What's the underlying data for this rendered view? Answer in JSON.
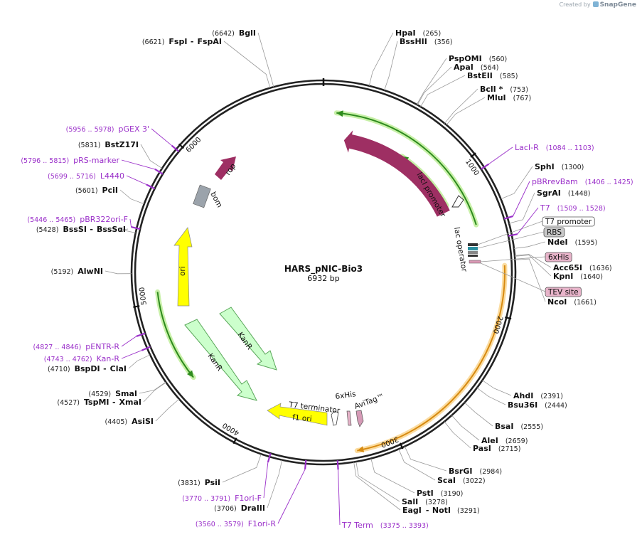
{
  "credit": {
    "prefix": "Created by",
    "brand": "SnapGene"
  },
  "title": {
    "name": "HARS_pNIC-Bio3",
    "length": "6932 bp"
  },
  "total_bp": 6932,
  "ticks": [
    {
      "bp": 1000,
      "label": "1000"
    },
    {
      "bp": 2000,
      "label": "2000"
    },
    {
      "bp": 3000,
      "label": "3000"
    },
    {
      "bp": 4000,
      "label": "4000"
    },
    {
      "bp": 5000,
      "label": "5000"
    },
    {
      "bp": 6000,
      "label": "6000"
    }
  ],
  "sites": [
    {
      "bp": 6642,
      "name": "BglI",
      "pos": "(6642)",
      "side": "L"
    },
    {
      "bp": 6621,
      "name": "FspI",
      "pos": "(6621)",
      "alt": "FspAI",
      "side": "L"
    },
    {
      "bp": 265,
      "name": "HpaI",
      "pos": "(265)",
      "side": "R"
    },
    {
      "bp": 356,
      "name": "BssHII",
      "pos": "(356)",
      "side": "R"
    },
    {
      "bp": 560,
      "name": "PspOMI",
      "pos": "(560)",
      "side": "R"
    },
    {
      "bp": 564,
      "name": "ApaI",
      "pos": "(564)",
      "side": "R"
    },
    {
      "bp": 585,
      "name": "BstEII",
      "pos": "(585)",
      "side": "R"
    },
    {
      "bp": 753,
      "name": "BclI *",
      "pos": "(753)",
      "side": "R"
    },
    {
      "bp": 767,
      "name": "MluI",
      "pos": "(767)",
      "side": "R"
    },
    {
      "bp": 1300,
      "name": "SphI",
      "pos": "(1300)",
      "side": "R"
    },
    {
      "bp": 1448,
      "name": "SgrAI",
      "pos": "(1448)",
      "side": "R"
    },
    {
      "bp": 1595,
      "name": "NdeI",
      "pos": "(1595)",
      "side": "R"
    },
    {
      "bp": 1636,
      "name": "Acc65I",
      "pos": "(1636)",
      "side": "R"
    },
    {
      "bp": 1640,
      "name": "KpnI",
      "pos": "(1640)",
      "side": "R"
    },
    {
      "bp": 1661,
      "name": "NcoI",
      "pos": "(1661)",
      "side": "R"
    },
    {
      "bp": 2391,
      "name": "AhdI",
      "pos": "(2391)",
      "side": "R"
    },
    {
      "bp": 2444,
      "name": "Bsu36I",
      "pos": "(2444)",
      "side": "R"
    },
    {
      "bp": 2555,
      "name": "BsaI",
      "pos": "(2555)",
      "side": "R"
    },
    {
      "bp": 2659,
      "name": "AleI",
      "pos": "(2659)",
      "side": "R"
    },
    {
      "bp": 2715,
      "name": "PasI",
      "pos": "(2715)",
      "side": "R"
    },
    {
      "bp": 2984,
      "name": "BsrGI",
      "pos": "(2984)",
      "side": "R"
    },
    {
      "bp": 3022,
      "name": "ScaI",
      "pos": "(3022)",
      "side": "R"
    },
    {
      "bp": 3190,
      "name": "PstI",
      "pos": "(3190)",
      "side": "R"
    },
    {
      "bp": 3278,
      "name": "SalI",
      "pos": "(3278)",
      "side": "R"
    },
    {
      "bp": 3291,
      "name": "EagI",
      "pos": "(3291)",
      "alt": "NotI",
      "side": "R"
    },
    {
      "bp": 3706,
      "name": "DraIII",
      "pos": "(3706)",
      "side": "L"
    },
    {
      "bp": 3831,
      "name": "PsiI",
      "pos": "(3831)",
      "side": "L"
    },
    {
      "bp": 4405,
      "name": "AsiSI",
      "pos": "(4405)",
      "side": "L"
    },
    {
      "bp": 4527,
      "name": "TspMI",
      "pos": "(4527)",
      "alt": "XmaI",
      "side": "L"
    },
    {
      "bp": 4529,
      "name": "SmaI",
      "pos": "(4529)",
      "side": "L"
    },
    {
      "bp": 4710,
      "name": "BspDI",
      "pos": "(4710)",
      "alt": "ClaI",
      "side": "L"
    },
    {
      "bp": 5192,
      "name": "AlwNI",
      "pos": "(5192)",
      "side": "L"
    },
    {
      "bp": 5428,
      "name": "BssSI",
      "pos": "(5428)",
      "alt": "BssSαI",
      "side": "L"
    },
    {
      "bp": 5601,
      "name": "PciI",
      "pos": "(5601)",
      "side": "L"
    },
    {
      "bp": 5831,
      "name": "BstZ17I",
      "pos": "(5831)",
      "side": "L"
    }
  ],
  "primers": [
    {
      "bp": 1093,
      "name": "LacI-R",
      "pos": "(1084 .. 1103)",
      "side": "R"
    },
    {
      "bp": 1415,
      "name": "pBRrevBam",
      "pos": "(1406 .. 1425)",
      "side": "R"
    },
    {
      "bp": 1518,
      "name": "T7",
      "pos": "(1509 .. 1528)",
      "side": "R"
    },
    {
      "bp": 3384,
      "name": "T7 Term",
      "pos": "(3375 .. 3393)",
      "side": "R"
    },
    {
      "bp": 3569,
      "name": "F1ori-R",
      "pos": "(3560 .. 3579)",
      "side": "L"
    },
    {
      "bp": 3780,
      "name": "F1ori-F",
      "pos": "(3770 .. 3791)",
      "side": "L"
    },
    {
      "bp": 4752,
      "name": "Kan-R",
      "pos": "(4743 .. 4762)",
      "side": "L"
    },
    {
      "bp": 4836,
      "name": "pENTR-R",
      "pos": "(4827 .. 4846)",
      "side": "L"
    },
    {
      "bp": 5455,
      "name": "pBR322ori-F",
      "pos": "(5446 .. 5465)",
      "side": "L"
    },
    {
      "bp": 5707,
      "name": "L4440",
      "pos": "(5699 .. 5716)",
      "side": "L"
    },
    {
      "bp": 5805,
      "name": "pRS-marker",
      "pos": "(5796 .. 5815)",
      "side": "L"
    },
    {
      "bp": 5967,
      "name": "pGEX 3'",
      "pos": "(5956 .. 5978)",
      "side": "L"
    }
  ],
  "boxed_features": [
    {
      "name": "T7 promoter",
      "color": "#ffffff"
    },
    {
      "name": "RBS",
      "color": "#c8c8c8"
    },
    {
      "name": "6xHis",
      "color": "#e7b3c9"
    },
    {
      "name": "TEV site",
      "color": "#e7b3c9"
    }
  ],
  "features": {
    "lacI": "lacI",
    "lacI_promoter": "lacI promoter",
    "lac_operator": "lac operator",
    "rop": "rop",
    "bom": "bom",
    "ori": "ori",
    "kanR_1": "KanR",
    "kanR_2": "KanR",
    "f1_ori": "f1 ori",
    "t7_terminator": "T7 terminator",
    "his_tag": "6xHis",
    "avitag": "AviTag™"
  },
  "colors": {
    "lacI": "#9e2f63",
    "yellow": "#ffff00",
    "kanR_fill": "#ccffcc",
    "kanR_stroke": "#5aa85a",
    "green_arc": "#2e8b1e",
    "green_glow": "#c8f0a8",
    "orange_arc": "#d78a10",
    "orange_glow": "#fbdca0",
    "rop": "#9e2f63",
    "bom": "#9ba3ab",
    "primer": "#9a2fc9"
  }
}
